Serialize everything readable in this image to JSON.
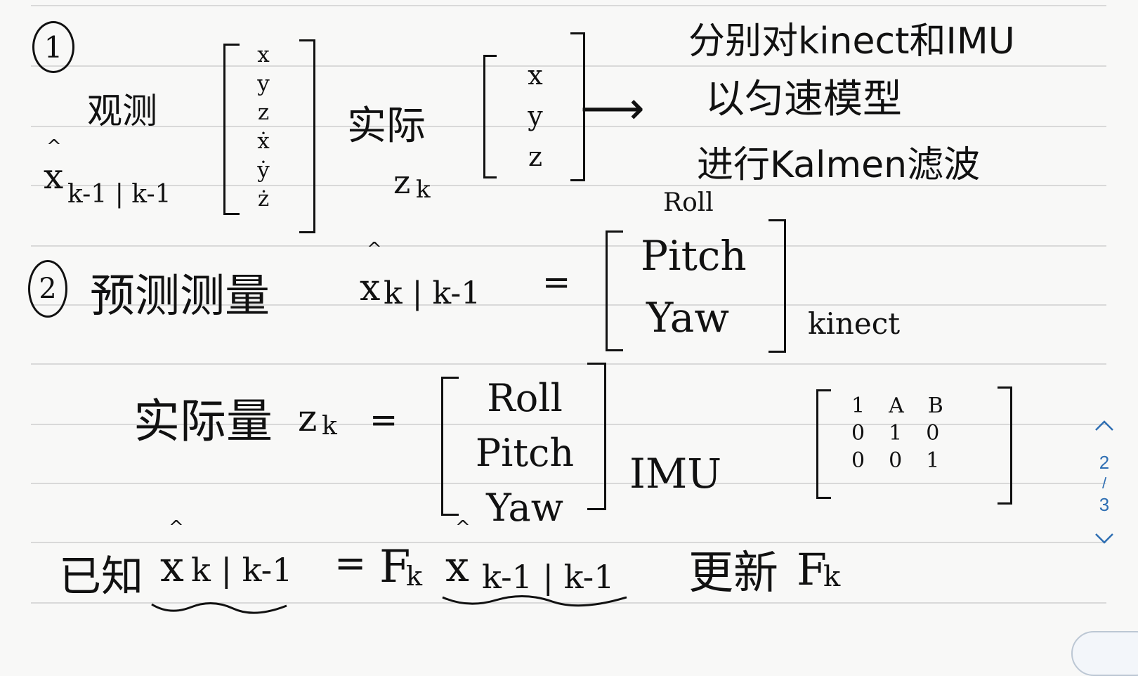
{
  "note": {
    "s1_marker": "1",
    "s1_observe_label": "观测",
    "s1_state_x": "x",
    "s1_state_sub": "k-1 | k-1",
    "s1_state_vector": [
      "x",
      "y",
      "z",
      "ẋ",
      "ẏ",
      "ż"
    ],
    "s1_actual_label": "实际",
    "s1_zk": "z",
    "s1_zk_sub": "k",
    "s1_actual_vector": [
      "x",
      "y",
      "z"
    ],
    "s1_arrow": "⟶",
    "s1_note_lines": [
      "分别对kinect和IMU",
      "以匀速模型",
      "进行Kalmen滤波"
    ],
    "s2_marker": "2",
    "s2_predict_label": "预测测量",
    "s2_x": "x",
    "s2_sub": "k | k-1",
    "s2_equals": "=",
    "s2_vector": [
      "Roll",
      "Pitch",
      "Yaw"
    ],
    "s2_source": "kinect",
    "s3_actual_label": "实际量",
    "s3_zk": "z",
    "s3_zk_sub": "k",
    "s3_equals": "=",
    "s3_vector": [
      "Roll",
      "Pitch",
      "Yaw"
    ],
    "s3_source": "IMU",
    "matrix": [
      [
        "1",
        "A",
        "B"
      ],
      [
        "0",
        "1",
        "0"
      ],
      [
        "0",
        "0",
        "1"
      ]
    ],
    "s4_known_label": "已知",
    "s4_lhs_x": "x",
    "s4_lhs_sub": "k | k-1",
    "s4_equals": "=",
    "s4_F": "F",
    "s4_F_sub": "k",
    "s4_rhs_x": "x",
    "s4_rhs_sub": "k-1 | k-1",
    "s4_update_label": "更新",
    "s4_update_F": "F",
    "s4_update_F_sub": "k"
  },
  "page_nav": {
    "current": "2",
    "separator": "/",
    "total": "3"
  },
  "colors": {
    "ink": "#111111",
    "rule_line": "#d9d9d9",
    "accent": "#2f6fb3",
    "paper": "#f8f8f7"
  }
}
